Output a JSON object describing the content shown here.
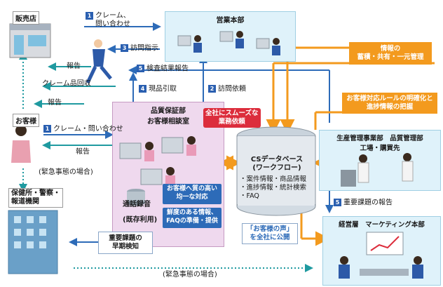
{
  "nodes": {
    "store": "販売店",
    "sales_hq": "営業本部",
    "qa_dept": "品質保証部\nお客様相談室",
    "customer": "お客様",
    "emergency": "(緊急事態の場合)",
    "authorities": "保健所・警察・\n報道機関",
    "database": "CSデータベース\n(ワークフロー)",
    "database_items": "・案件情報・商品情報\n・進捗情報・統計検索\n・FAQ",
    "production": "生産管理事業部　品質管理部\n工場・購買先",
    "management": "経営層　マーケティング本部",
    "call_recording": "通話録音",
    "existing_use": "(既存利用)"
  },
  "flows": {
    "f1_claim": "クレーム、\n問い合わせ",
    "f3_visit_instruction": "訪問指示",
    "f5_inspection_report": "検査結果報告",
    "report_upper": "報告",
    "claim_collection": "クレーム品回収",
    "report_mid": "報告",
    "f4_product_pickup": "現品引取",
    "f2_visit_request": "訪問依頼",
    "f1_customer_claim": "クレーム・問い合わせ",
    "report_lower": "報告",
    "f5_important_report": "重要課題の報告",
    "emergency_bottom": "(緊急事態の場合)"
  },
  "step_numbers": [
    "1",
    "3",
    "5",
    "4",
    "2",
    "1",
    "5"
  ],
  "callouts": {
    "info_management": "情報の\n蓄積・共有・一元管理",
    "rule_clarification": "お客様対応ルールの明確化と\n進捗情報の把握",
    "smooth_request": "全社にスムーズな\n業務依頼",
    "quality_response": "お客様へ質の高い\n均一な対応",
    "fresh_faq": "鮮度のある情報、\nFAQの準備・提供",
    "publish_voice": "「お客様の声」\nを全社に公開",
    "early_detection": "重要課題の\n早期検知"
  },
  "colors": {
    "blue_arrow": "#2d6bb8",
    "teal_arrow": "#1f9aa0",
    "orange": "#f39a1e",
    "red": "#dc2d3c",
    "pane": "#dff2fa",
    "pink_pane": "#efd9ee"
  }
}
